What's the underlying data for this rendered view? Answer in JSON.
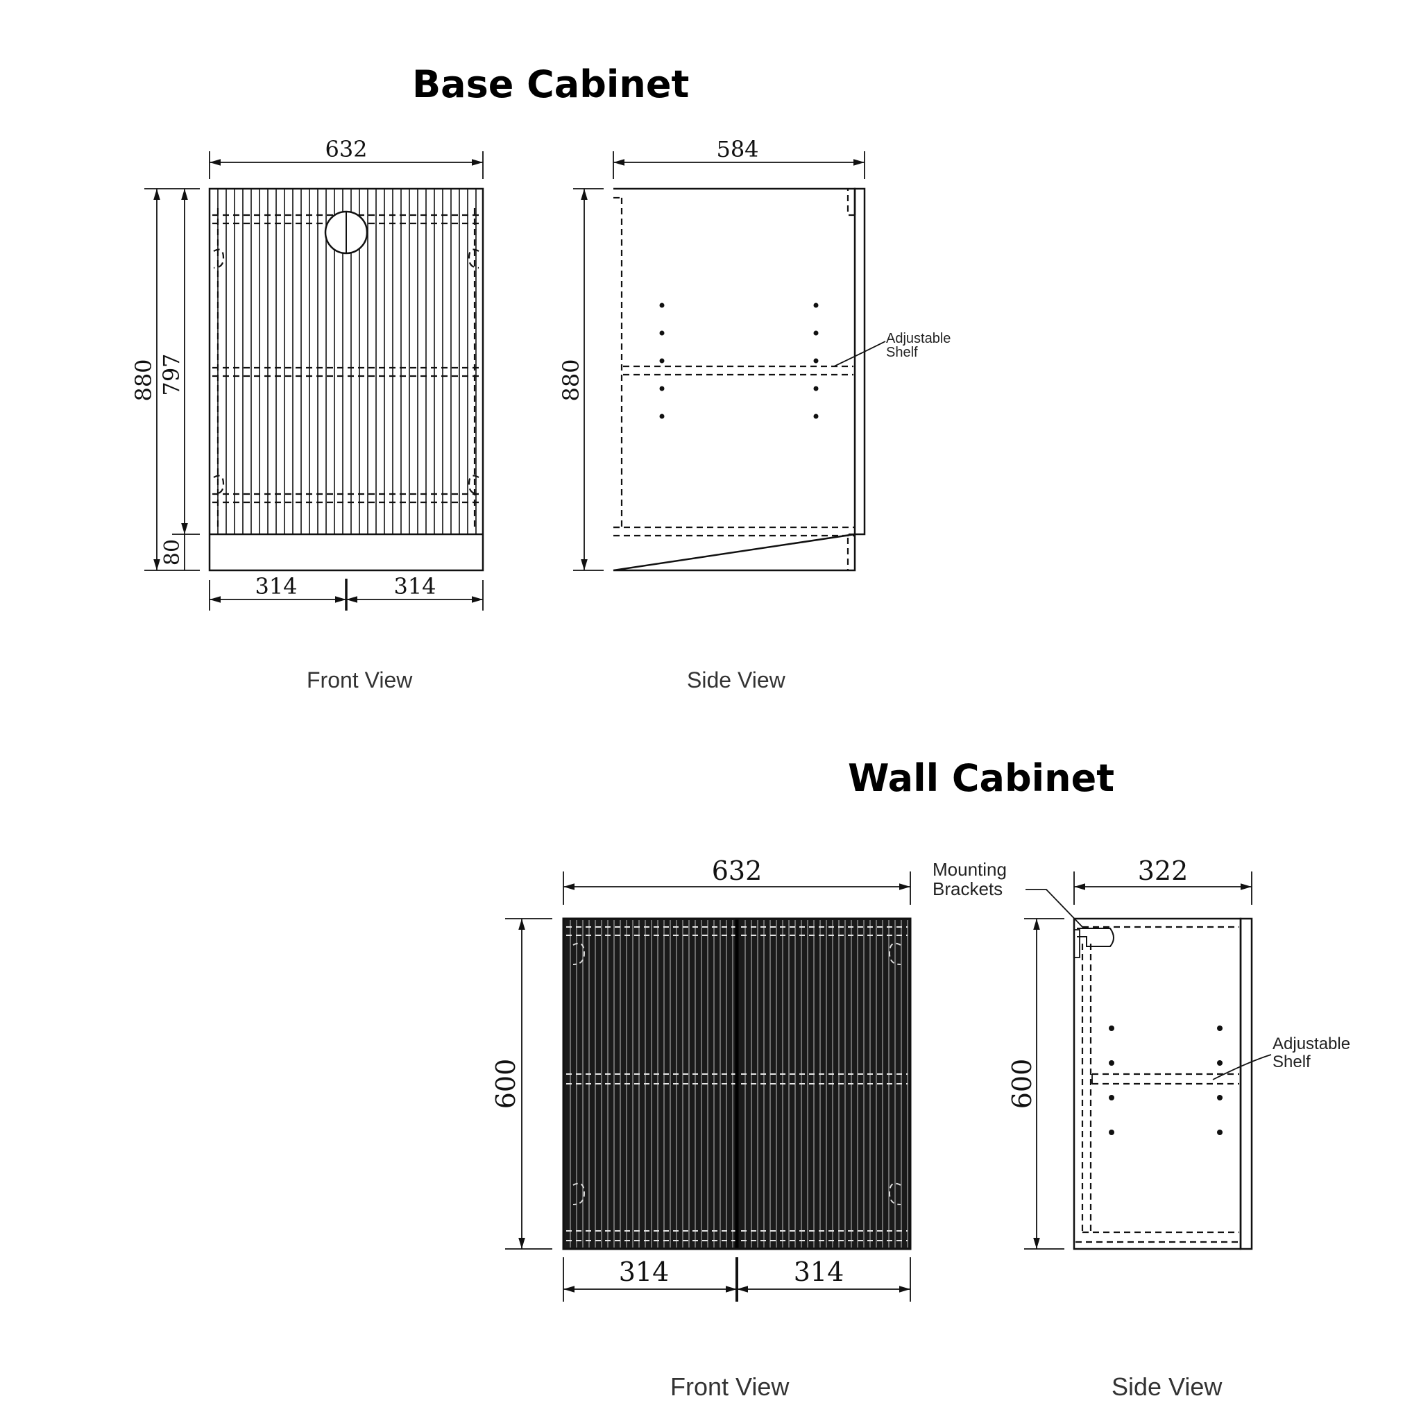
{
  "base_cabinet": {
    "title": "Base Cabinet",
    "front_view": {
      "label": "Front View",
      "width": "632",
      "height": "880",
      "body_height": "797",
      "kick_height": "80",
      "door_left": "314",
      "door_right": "314"
    },
    "side_view": {
      "label": "Side View",
      "depth": "584",
      "height": "880",
      "shelf_note": [
        "Adjustable",
        "Shelf"
      ]
    }
  },
  "wall_cabinet": {
    "title": "Wall Cabinet",
    "front_view": {
      "label": "Front View",
      "width": "632",
      "height": "600",
      "door_left": "314",
      "door_right": "314"
    },
    "side_view": {
      "label": "Side View",
      "depth": "322",
      "height": "600",
      "bracket_note": [
        "Mounting",
        "Brackets"
      ],
      "shelf_note": [
        "Adjustable",
        "Shelf"
      ]
    }
  }
}
